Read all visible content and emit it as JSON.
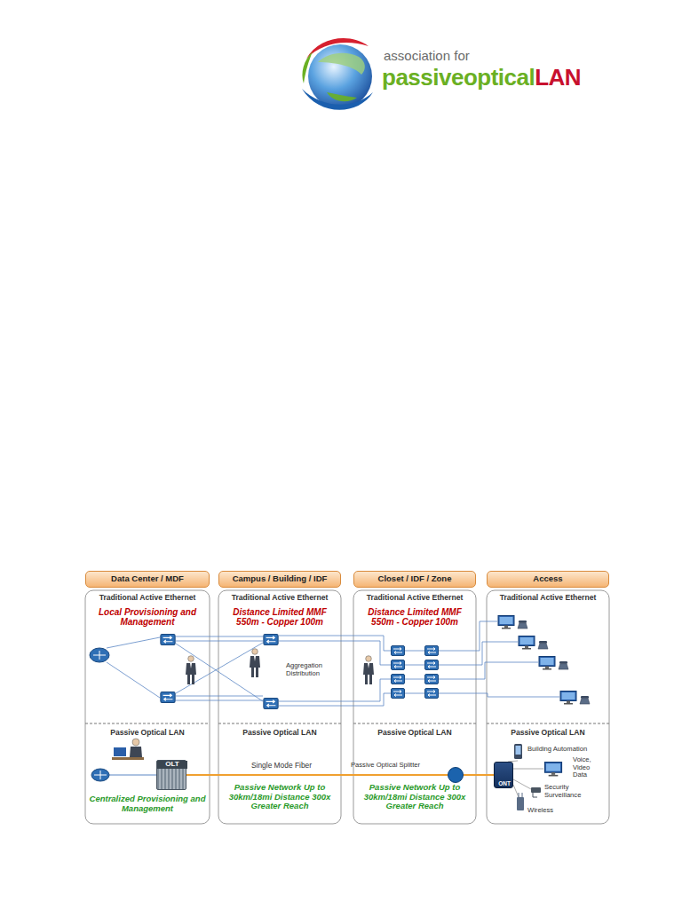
{
  "diagram": {
    "nodes": [
      {
        "text": [
          "Data Center / MDF"
        ]
      },
      {
        "text": [
          "Campus / Building / IDF"
        ]
      },
      {
        "text": [
          "Closet / IDF / Zone"
        ]
      },
      {
        "text": [
          "Access"
        ]
      },
      {
        "text": [
          "Traditional Active Ethernet",
          "Local Provisioning and Management"
        ]
      },
      {
        "text": [
          "Traditional Active Ethernet",
          "Distance Limited MMF 550m - Copper 100m",
          "Aggregation Distribution"
        ]
      },
      {
        "text": [
          "Traditional Active Ethernet",
          "Distance Limited MMF 550m - Copper 100m"
        ]
      },
      {
        "text": [
          "Traditional Active Ethernet"
        ]
      },
      {
        "text": [
          "Passive Optical LAN",
          "Centralized Provisioning and Management"
        ]
      },
      {
        "text": [
          "Passive Optical LAN",
          "Passive Network Up to 30km/18mi Distance 300x Greater Reach"
        ]
      },
      {
        "text": [
          "Passive Optical LAN",
          "Passive Network Up to 30km/18mi Distance 300x Greater Reach"
        ]
      },
      {
        "text": [
          "Passive Optical LAN",
          "Building Automation",
          "Voice, Video Data",
          "Security Surveillance",
          "Wireless"
        ]
      },
      {
        "text": [
          "OLT"
        ],
        "in": 8
      },
      {
        "text": [
          "Passive Optical Splitter"
        ],
        "in": 10
      },
      {
        "text": [
          "ONT"
        ],
        "in": 11
      }
    ],
    "edges": [
      {
        "from": 12,
        "to": 13,
        "arrow": "none",
        "label": "Single Mode Fiber"
      },
      {
        "from": 13,
        "to": 14,
        "arrow": "none"
      }
    ],
    "labels": [
      "association for",
      "passiveoptical",
      "LAN"
    ]
  }
}
